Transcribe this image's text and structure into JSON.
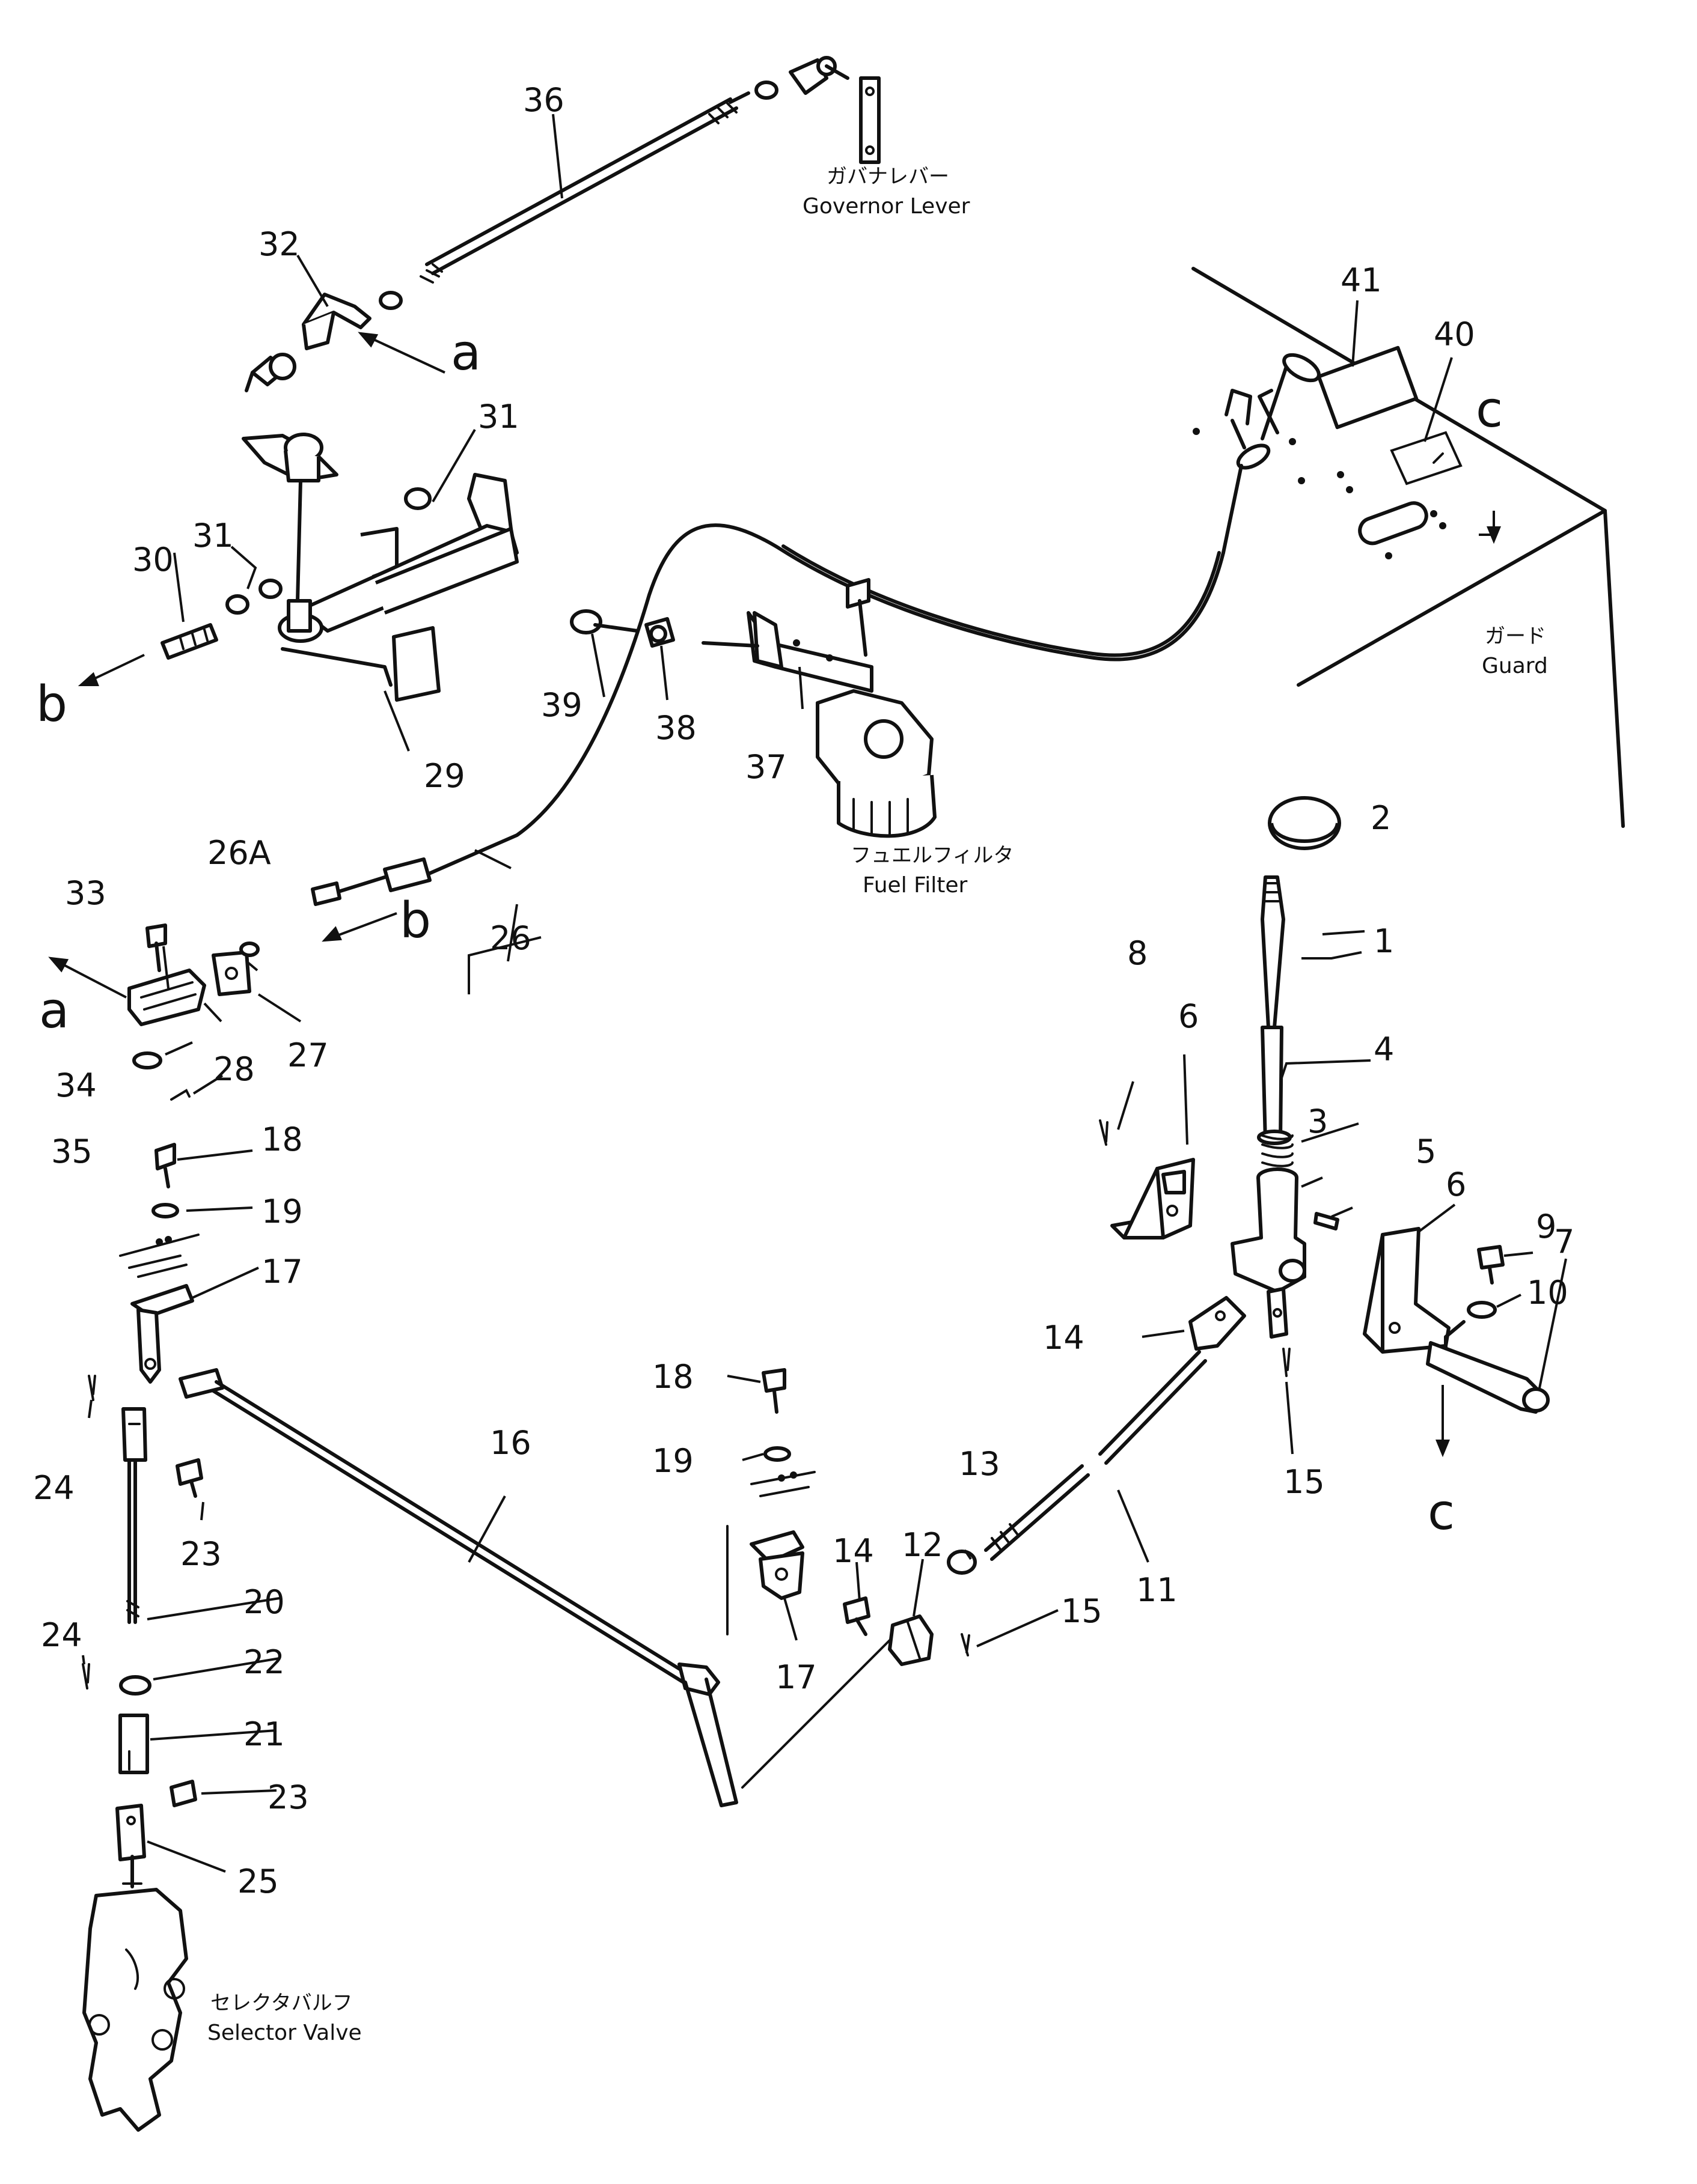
{
  "part_numbers": {
    "p1": "1",
    "p2": "2",
    "p3": "3",
    "p4": "4",
    "p5": "5",
    "p6a": "6",
    "p6b": "6",
    "p7": "7",
    "p8": "8",
    "p9": "9",
    "p10": "10",
    "p11": "11",
    "p12": "12",
    "p13": "13",
    "p14a": "14",
    "p14b": "14",
    "p15a": "15",
    "p15b": "15",
    "p16": "16",
    "p17a": "17",
    "p17b": "17",
    "p18a": "18",
    "p18b": "18",
    "p19a": "19",
    "p19b": "19",
    "p20": "20",
    "p21": "21",
    "p22": "22",
    "p23a": "23",
    "p23b": "23",
    "p24a": "24",
    "p24b": "24",
    "p25": "25",
    "p26": "26",
    "p26a": "26A",
    "p27": "27",
    "p28": "28",
    "p29": "29",
    "p30": "30",
    "p31a": "31",
    "p31b": "31",
    "p32": "32",
    "p33": "33",
    "p34": "34",
    "p35": "35",
    "p36": "36",
    "p37": "37",
    "p38": "38",
    "p39": "39",
    "p40": "40",
    "p41": "41"
  },
  "reference_letters": {
    "a_top": "a",
    "a_left": "a",
    "b_left": "b",
    "b_mid": "b",
    "c_top": "c",
    "c_bottom": "c"
  },
  "callouts": {
    "governor_jp": "ガバナレバー",
    "governor_en": "Governor Lever",
    "guard_jp": "ガード",
    "guard_en": "Guard",
    "fuel_jp": "フュエルフィルタ",
    "fuel_en": "Fuel Filter",
    "selector_jp": "セレクタバルフ",
    "selector_en": "Selector Valve"
  }
}
